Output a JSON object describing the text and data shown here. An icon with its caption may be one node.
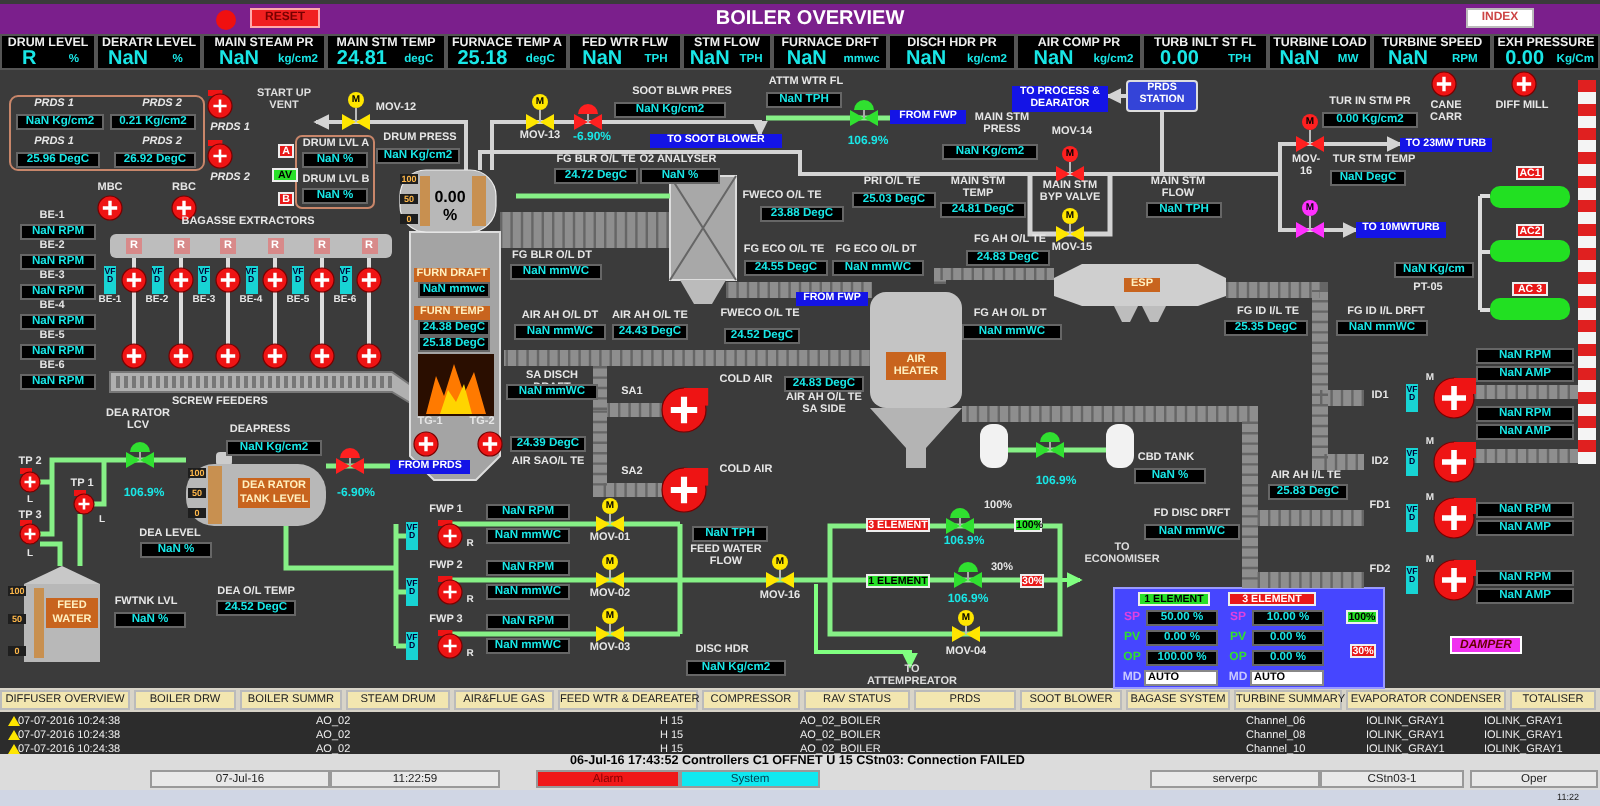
{
  "diagram": {
    "title": "BOILER OVERVIEW",
    "nodes": [
      {
        "text": [
          "100",
          "50",
          "0",
          "0.00 %"
        ]
      },
      {
        "text": [
          "ESP"
        ]
      },
      {
        "text": [
          "AIR HEATER"
        ]
      },
      {
        "text": [
          "100",
          "50",
          "0",
          "DEA RATOR TANK LEVEL"
        ]
      },
      {
        "text": [
          "100",
          "50",
          "0",
          "FEED WATER"
        ]
      },
      {
        "text": [
          "PRDS STATION"
        ]
      },
      {
        "text": [
          "TO PROCESS & DEARATOR"
        ]
      },
      {
        "text": [
          "TO SOOT BLOWER"
        ]
      },
      {
        "text": [
          "FROM FWP"
        ]
      },
      {
        "text": [
          "TO 23MW TURB"
        ]
      },
      {
        "text": [
          "TO 10MWTURB"
        ]
      },
      {
        "text": [
          "FROM FWP"
        ]
      },
      {
        "text": [
          "FROM PRDS"
        ]
      },
      {
        "text": [
          "TO ECONOMISER"
        ]
      },
      {
        "text": [
          "TO ATTEMPREATOR"
        ]
      },
      {
        "text": [
          "START UP VENT"
        ]
      }
    ],
    "edges": [
      {
        "from": 5,
        "to": 6,
        "arrow": "to"
      },
      {
        "from": 0,
        "to": 7,
        "arrow": "to"
      },
      {
        "from": 0,
        "to": 9,
        "arrow": "to"
      },
      {
        "from": 0,
        "to": 10,
        "arrow": "to"
      },
      {
        "from": null,
        "to": 13,
        "arrow": "to",
        "color": "#80ff80"
      },
      {
        "from": null,
        "to": 14,
        "arrow": "to",
        "color": "#80ff80"
      },
      {
        "from": 0,
        "to": 5,
        "arrow": "none"
      },
      {
        "from": 0,
        "to": 15,
        "arrow": "to"
      }
    ],
    "labels": [
      "DRUM LEVEL",
      "R",
      "%",
      "DERATR LEVEL",
      "NaN",
      "%",
      "MAIN STEAM PR",
      "NaN",
      "kg/cm2",
      "MAIN STM TEMP",
      "24.81",
      "degC",
      "FURNACE TEMP A",
      "25.18",
      "degC",
      "FED WTR FLW",
      "NaN",
      "TPH",
      "STM FLOW",
      "NaN",
      "TPH",
      "FURNACE DRFT",
      "NaN",
      "mmwc",
      "DISCH HDR PR",
      "NaN",
      "kg/cm2",
      "AIR COMP PR",
      "NaN",
      "kg/cm2",
      "TURB INLT ST FL",
      "0.00",
      "TPH",
      "TURBINE LOAD",
      "NaN",
      "MW",
      "TURBINE SPEED",
      "NaN",
      "RPM",
      "EXH PRESSURE",
      "0.00",
      "Kg/Cm",
      "RESET",
      "INDEX",
      "PRDS 1",
      "PRDS 2",
      "NaN Kg/cm2",
      "0.21 Kg/cm2",
      "PRDS 1",
      "PRDS 2",
      "25.96 DegC",
      "26.92 DegC",
      "PRDS 1",
      "PRDS 2",
      "MOV-12",
      "A",
      "AV",
      "B",
      "DRUM LVL A",
      "NaN %",
      "DRUM LVL B",
      "NaN %",
      "MOV-13",
      "-6.90%",
      "SOOT BLWR PRES",
      "NaN Kg/cm2",
      "DRUM PRESS",
      "NaN Kg/cm2",
      "FG BLR O/L TE",
      "24.72 DegC",
      "O2 ANALYSER",
      "NaN %",
      "ATTM WTR FL",
      "NaN TPH",
      "106.9%",
      "MAIN STM PRESS",
      "NaN Kg/cm2",
      "MOV-14",
      "MAIN STM BYP VALVE",
      "MOV-15",
      "MAIN STM TEMP",
      "24.81 DegC",
      "MAIN STM FLOW",
      "NaN TPH",
      "MOV-16",
      "TUR IN STM PR",
      "0.00 Kg/cm2",
      "TUR STM TEMP",
      "NaN DegC",
      "CANE CARR",
      "DIFF MILL",
      "AC1",
      "AC2",
      "NaN Kg/cm",
      "PT-05",
      "AC 3",
      "FG BLR O/L DT",
      "NaN mmWC",
      "FWECO O/L TE",
      "23.88 DegC",
      "PRI O/L TE",
      "25.03 DegC",
      "FG ECO O/L TE",
      "24.55 DegC",
      "FG ECO O/L DT",
      "NaN mmWC",
      "FG AH O/L TE",
      "24.83 DegC",
      "FURN DRAFT",
      "NaN mmwc",
      "FURN TEMP",
      "24.38 DegC",
      "25.18 DegC",
      "TG-1",
      "TG-2",
      "MBC",
      "RBC",
      "BAGASSE EXTRACTORS",
      "BE-1",
      "NaN RPM",
      "BE-2",
      "NaN RPM",
      "BE-3",
      "NaN RPM",
      "BE-4",
      "NaN RPM",
      "BE-5",
      "NaN RPM",
      "BE-6",
      "NaN RPM",
      "R",
      "R",
      "R",
      "R",
      "R",
      "R",
      "VFD",
      "VFD",
      "VFD",
      "VFD",
      "VFD",
      "VFD",
      "BE-1",
      "BE-2",
      "BE-3",
      "BE-4",
      "BE-5",
      "BE-6",
      "SCREW FEEDERS",
      "AIR AH O/L DT",
      "NaN mmWC",
      "AIR AH O/L TE",
      "24.43 DegC",
      "FWECO O/L TE",
      "24.52 DegC",
      "SA DISCH DRAFT",
      "NaN mmWC",
      "SA1",
      "COLD AIR",
      "24.39 DegC",
      "AIR SAO/L TE",
      "SA2",
      "COLD AIR",
      "24.83 DegC",
      "AIR AH O/L TE SA SIDE",
      "FG AH O/L DT",
      "NaN mmWC",
      "FG ID I/L TE",
      "25.35 DegC",
      "FG ID I/L DRFT",
      "NaN mmWC",
      "106.9%",
      "CBD TANK",
      "NaN %",
      "AIR AH I/L TE",
      "25.83 DegC",
      "FD DISC DRFT",
      "NaN mmWC",
      "ID1",
      "ID2",
      "FD1",
      "FD2",
      "VFD",
      "VFD",
      "VFD",
      "VFD",
      "NaN RPM",
      "NaN AMP",
      "NaN RPM",
      "NaN AMP",
      "NaN RPM",
      "NaN AMP",
      "NaN RPM",
      "NaN AMP",
      "M",
      "M",
      "M",
      "M",
      "DEA RATOR LCV",
      "106.9%",
      "DEAPRESS",
      "NaN Kg/cm2",
      "-6.90%",
      "TP 2",
      "TP 1",
      "TP 3",
      "L",
      "L",
      "L",
      "DEA LEVEL",
      "NaN %",
      "FWTNK LVL",
      "NaN %",
      "DEA O/L TEMP",
      "24.52 DegC",
      "FWP 1",
      "FWP 2",
      "FWP 3",
      "VFD",
      "VFD",
      "VFD",
      "R",
      "R",
      "R",
      "NaN RPM",
      "NaN mmWC",
      "NaN RPM",
      "NaN mmWC",
      "NaN RPM",
      "NaN mmWC",
      "MOV-01",
      "MOV-02",
      "MOV-03",
      "NaN TPH",
      "FEED WATER FLOW",
      "MOV-16",
      "DISC HDR",
      "NaN Kg/cm2",
      "3 ELEMENT",
      "100%",
      "106.9%",
      "100%",
      "1 ELEMENT",
      "30%",
      "106.9%",
      "30%",
      "MOV-04",
      "1 ELEMENT",
      "3 ELEMENT",
      "SP",
      "50.00 %",
      "PV",
      "0.00 %",
      "OP",
      "100.00 %",
      "MD",
      "AUTO",
      "SP",
      "10.00 %",
      "PV",
      "0.00 %",
      "OP",
      "0.00 %",
      "MD",
      "AUTO",
      "100%",
      "30%",
      "DAMPER",
      "M",
      "M",
      "M",
      "M",
      "M",
      "M",
      "M",
      "M",
      "M",
      "M",
      "M",
      "DIFFUSER OVERVIEW",
      "BOILER DRW",
      "BOILER SUMMR",
      "STEAM DRUM",
      "AIR&FLUE GAS",
      "FEED WTR & DEAREATER",
      "COMPRESSOR",
      "RAV STATUS",
      "PRDS",
      "SOOT BLOWER",
      "BAGASE SYSTEM",
      "TURBINE SUMMARY",
      "EVAPORATOR CONDENSER",
      "TOTALISER",
      "07-07-2016 10:24:38",
      "AO_02",
      "H 15",
      "AO_02_BOILER",
      "Channel_06",
      "IOLINK_GRAY1",
      "IOLINK_GRAY1",
      "07-07-2016 10:24:38",
      "AO_02",
      "H 15",
      "AO_02_BOILER",
      "Channel_08",
      "IOLINK_GRAY1",
      "IOLINK_GRAY1",
      "07-07-2016 10:24:38",
      "AO_02",
      "H 15",
      "AO_02_BOILER",
      "Channel_10",
      "IOLINK_GRAY1",
      "IOLINK_GRAY1",
      "06-Jul-16 17:43:52 Controllers C1 OFFNET U 15 CStn03: Connection FAILED",
      "07-Jul-16",
      "11:22:59",
      "Alarm",
      "System",
      "serverpc",
      "CStn03-1",
      "Oper",
      "11:22"
    ]
  }
}
